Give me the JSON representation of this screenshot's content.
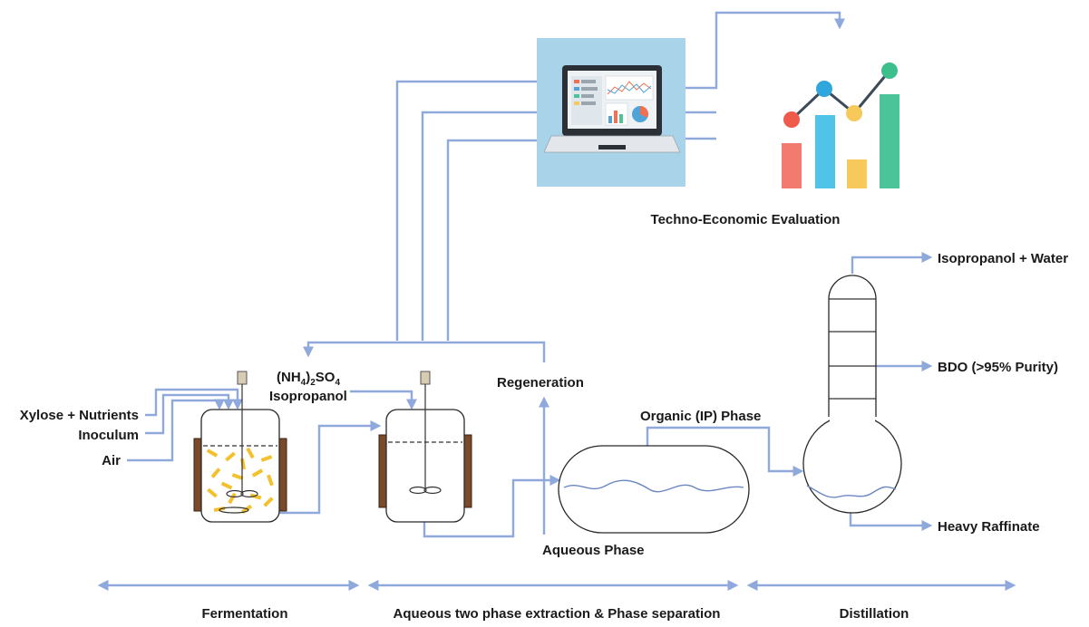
{
  "labels": {
    "techno_economic": "Techno-Economic Evaluation",
    "xylose": "Xylose + Nutrients",
    "inoculum": "Inoculum",
    "air": "Air",
    "nh4_base": "(NH",
    "nh4_sub4": "4",
    "nh4_close": ")",
    "nh4_sub2": "2",
    "so_base": "SO",
    "so_sub4": "4",
    "isopropanol": "Isopropanol",
    "regeneration": "Regeneration",
    "organic_phase": "Organic (IP) Phase",
    "aqueous_phase": "Aqueous Phase",
    "isopropanol_water": "Isopropanol + Water",
    "bdo": "BDO (>95% Purity)",
    "heavy_raffinate": "Heavy Raffinate"
  },
  "stages": {
    "fermentation": "Fermentation",
    "extraction": "Aqueous two phase extraction & Phase separation",
    "distillation": "Distillation"
  },
  "colors": {
    "line": "#8fa9dc",
    "monitor_bg": "#a9d3e8",
    "bar_red": "#f27a6f",
    "bar_blue": "#4fc3e8",
    "bar_yellow": "#f6c95a",
    "bar_green": "#4cc49a",
    "jacket": "#7a4a2a",
    "cells": "#f3c12e"
  }
}
